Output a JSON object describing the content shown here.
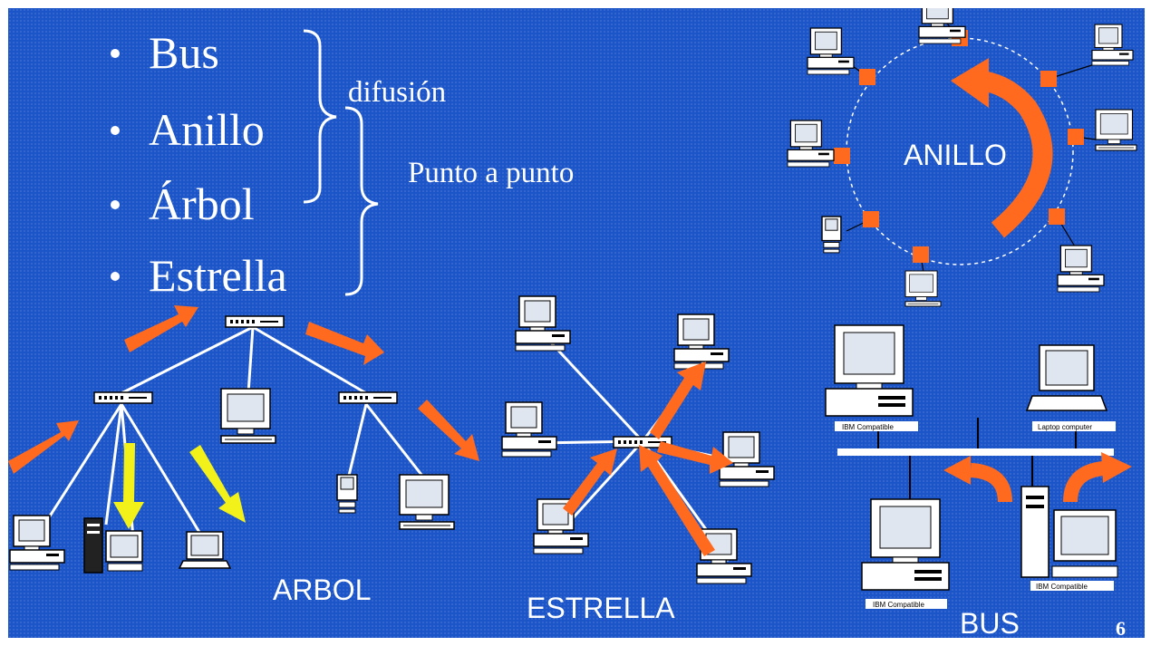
{
  "bullets": [
    "Bus",
    "Anillo",
    "Árbol",
    "Estrella"
  ],
  "brace_labels": {
    "upper": "difusión",
    "lower": "Punto a punto"
  },
  "topology_labels": {
    "ring": "ANILLO",
    "tree": "ARBOL",
    "star": "ESTRELLA",
    "bus": "BUS"
  },
  "bus_computer_labels": [
    "IBM Compatible",
    "Laptop computer",
    "IBM Compatible",
    "IBM Compatible"
  ],
  "page_number": "6",
  "colors": {
    "background": "#1c55c8",
    "arrow_orange": "#ff6a1e",
    "arrow_yellow": "#f2f21a",
    "node_square": "#ff6a1e",
    "line_white": "#ffffff"
  }
}
